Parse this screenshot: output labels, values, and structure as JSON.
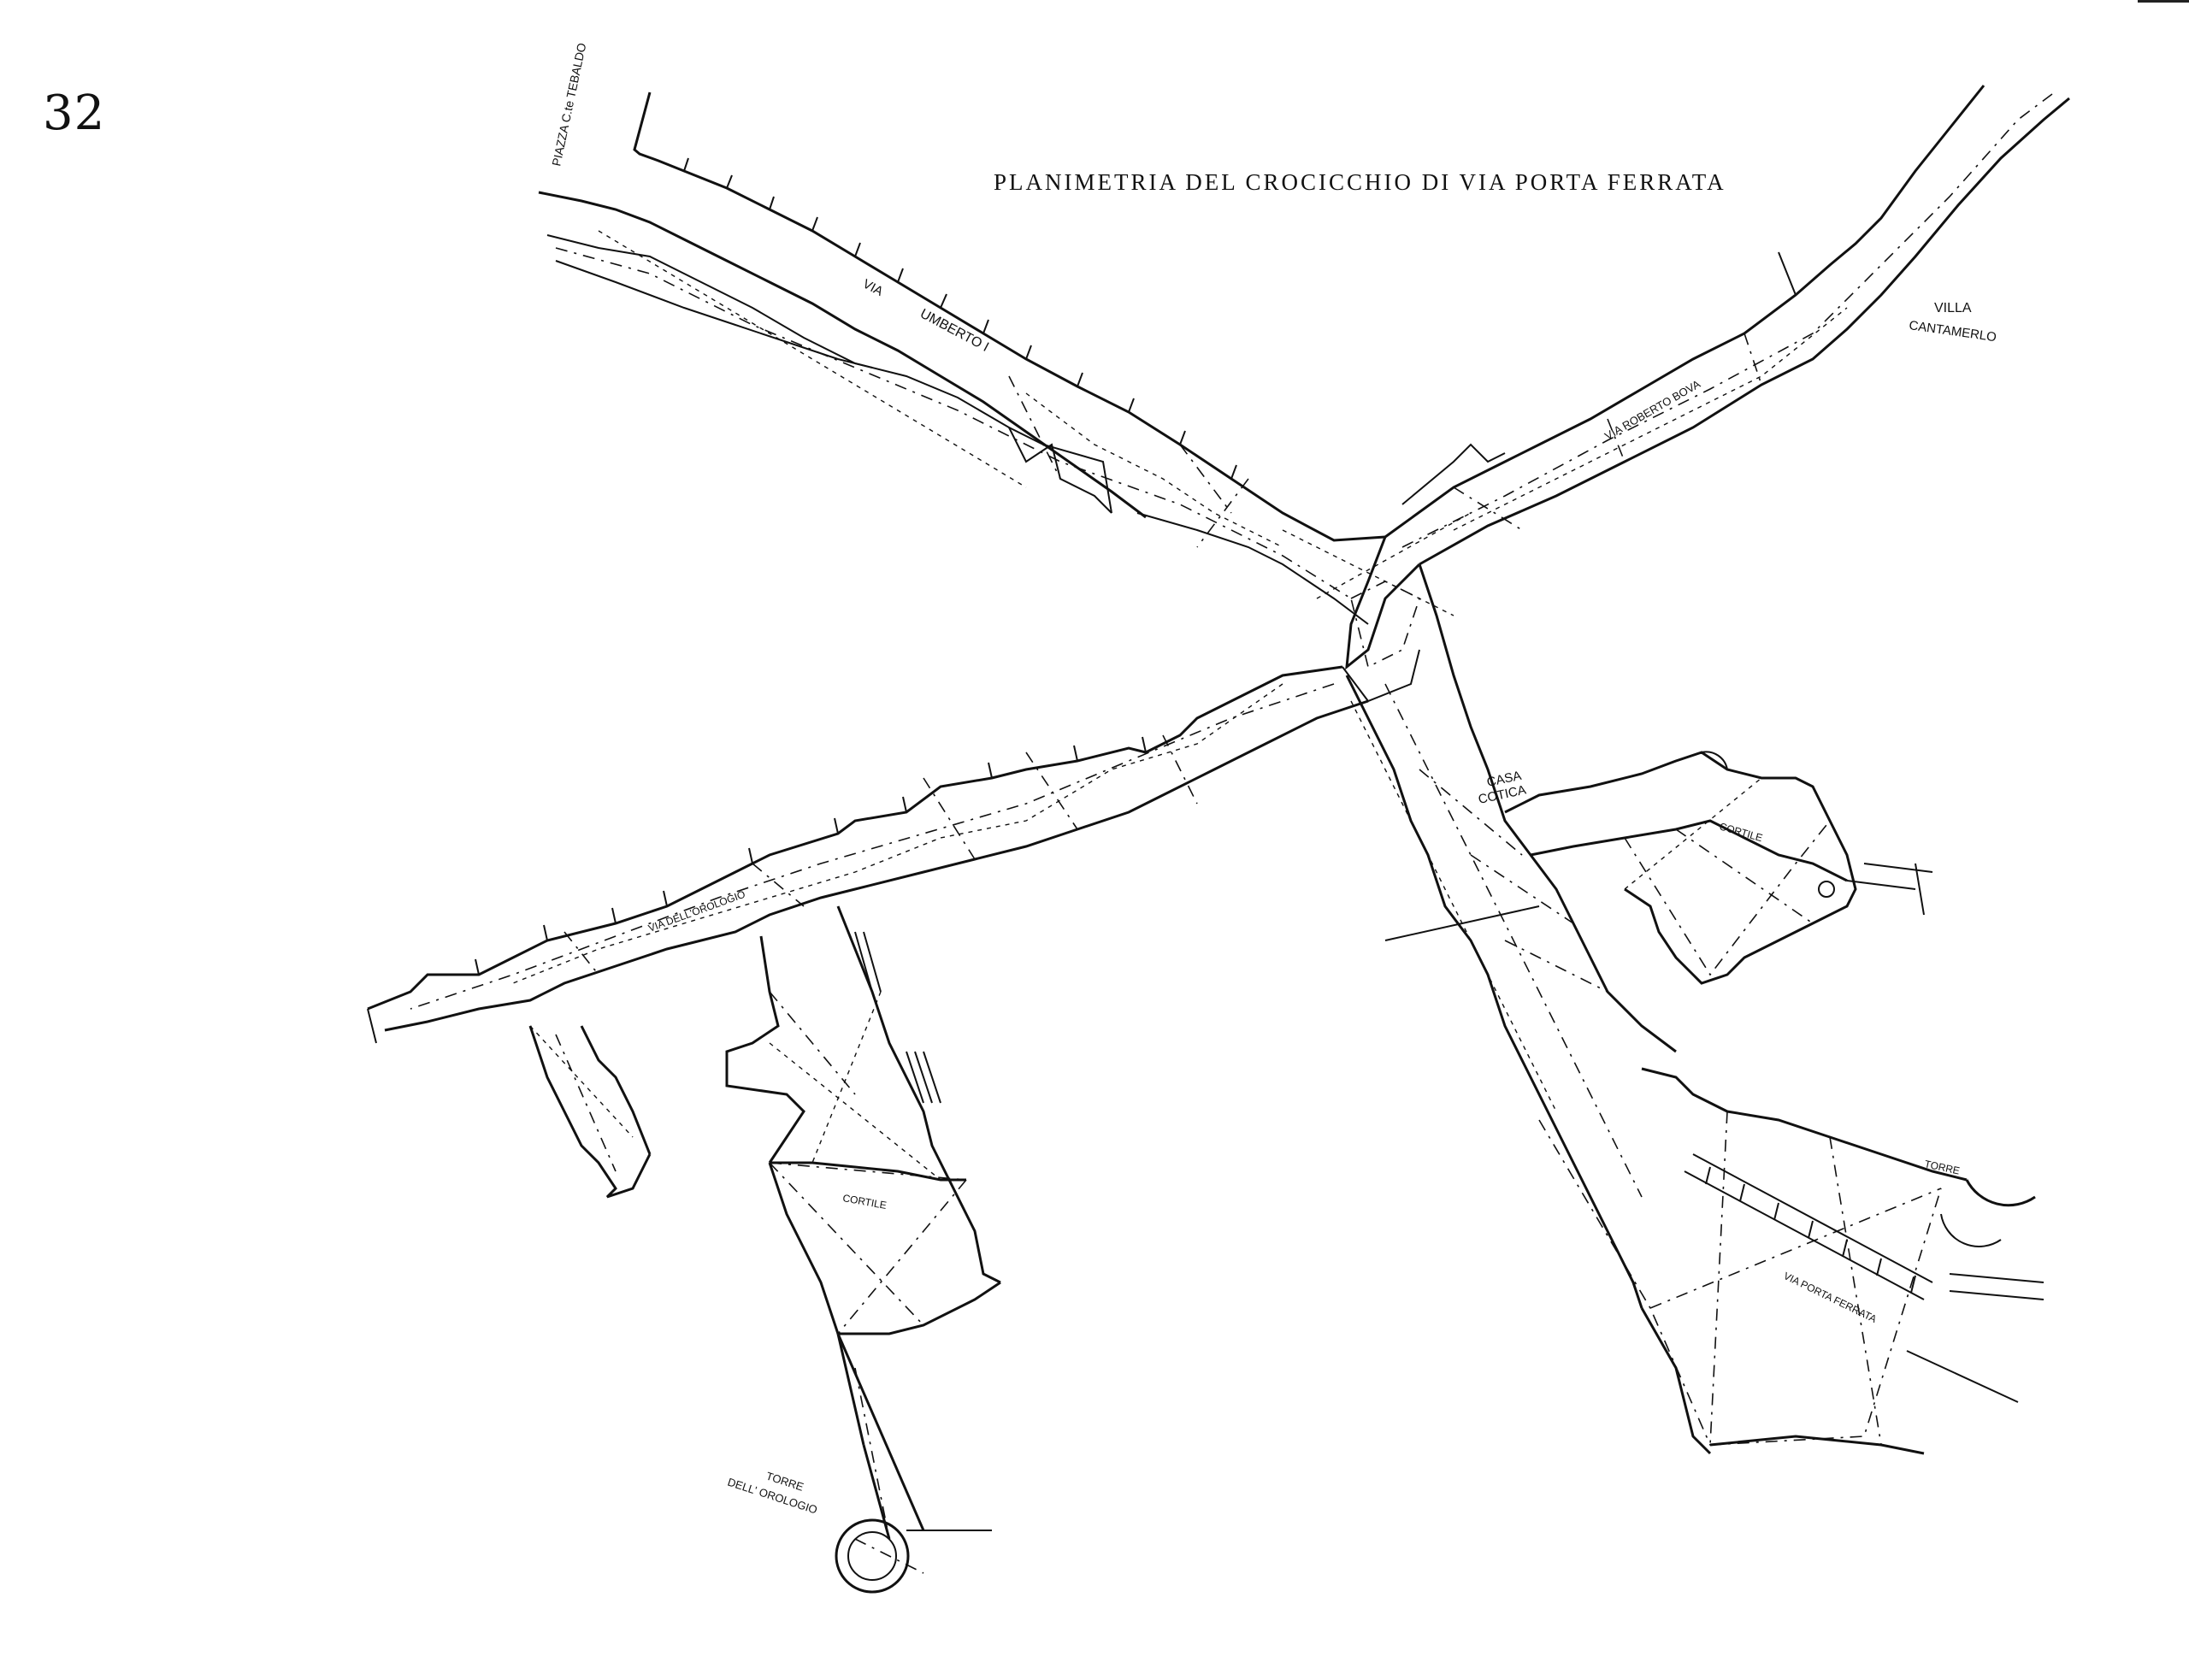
{
  "page": {
    "number": "32",
    "title": "PLANIMETRIA DEL CROCICCHIO DI VIA PORTA FERRATA"
  },
  "labels": {
    "piazza": "PIAZZA C.te TEBALDO",
    "via": "VIA",
    "umberto": "UMBERTO I",
    "villa": "VILLA",
    "cantamerlo": "CANTAMERLO",
    "via_roberto": "VIA ROBERTO BOVA",
    "casa": "CASA",
    "cotica": "COTICA",
    "cortile_right": "CORTILE",
    "cortile_left": "CORTILE",
    "via_orologio": "VIA DELL'OROLOGIO",
    "torre_orologio_1": "TORRE",
    "torre_orologio_2": "DELL' OROLOGIO",
    "torre_right": "TORRE",
    "via_porta_ferrata": "VIA PORTA FERRATA"
  }
}
